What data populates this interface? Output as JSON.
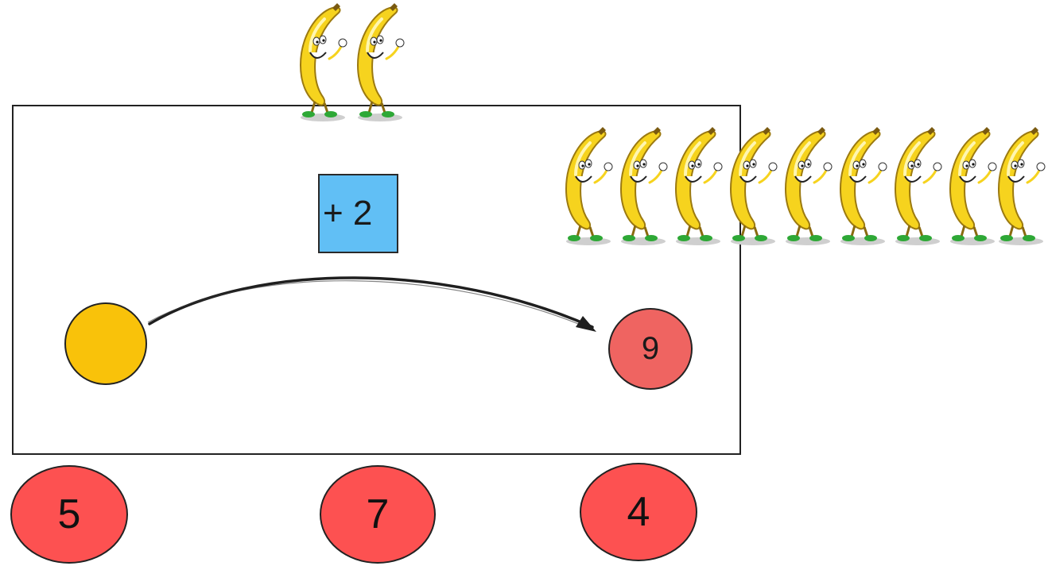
{
  "puzzle": {
    "operation_label": "+ 2",
    "target_value": "9",
    "choices": [
      {
        "label": "5"
      },
      {
        "label": "7"
      },
      {
        "label": "4"
      }
    ],
    "banana_counts": {
      "operation_bananas": 2,
      "target_bananas": 9
    }
  },
  "colors": {
    "start_circle": "#F9C20A",
    "target_circle": "#EF6461",
    "choice_circle": "#FD5151",
    "operation_box": "#61BFF5",
    "banana_yellow": "#F6D31E",
    "banana_outline": "#9C7A10",
    "shoe_green": "#2EA836"
  },
  "icons": {
    "banana": "banana-character-icon",
    "arrow": "curved-arrow-icon"
  }
}
